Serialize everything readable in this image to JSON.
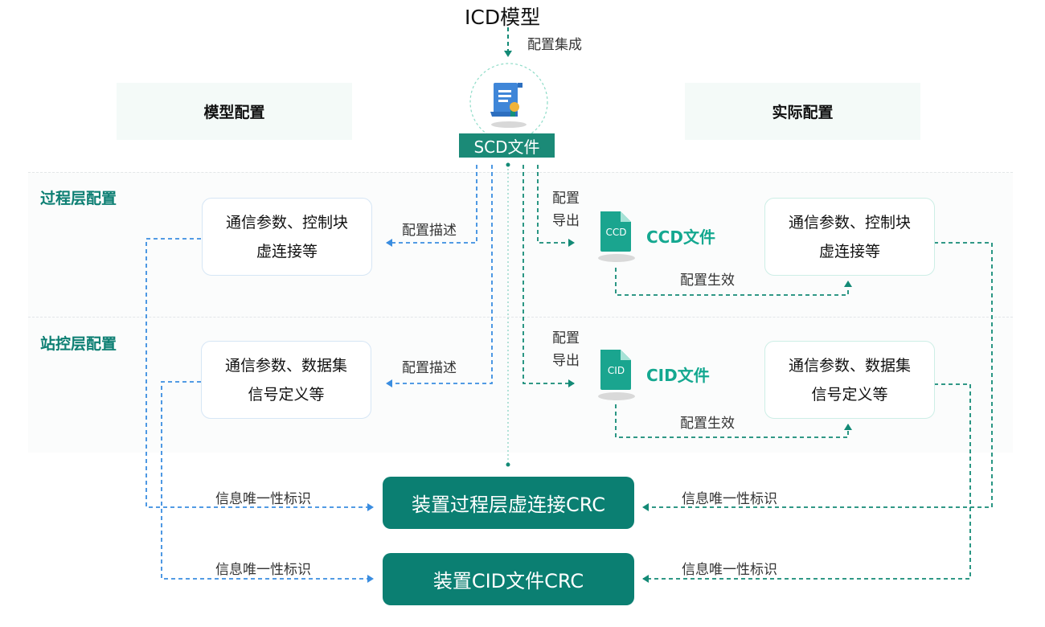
{
  "top": {
    "source_title": "ICD模型",
    "integrate_label": "配置集成",
    "scd_file_label": "SCD文件"
  },
  "columns": {
    "left_header": "模型配置",
    "right_header": "实际配置"
  },
  "layers": [
    {
      "label": "过程层配置",
      "model_card": [
        "通信参数、控制块",
        "虚连接等"
      ],
      "describe_label": "配置描述",
      "export_label": [
        "配置",
        "导出"
      ],
      "file_icon_text": "CCD",
      "file_label": "CCD文件",
      "apply_label": "配置生效",
      "actual_card": [
        "通信参数、控制块",
        "虚连接等"
      ]
    },
    {
      "label": "站控层配置",
      "model_card": [
        "通信参数、数据集",
        "信号定义等"
      ],
      "describe_label": "配置描述",
      "export_label": [
        "配置",
        "导出"
      ],
      "file_icon_text": "CID",
      "file_label": "CID文件",
      "apply_label": "配置生效",
      "actual_card": [
        "通信参数、数据集",
        "信号定义等"
      ]
    }
  ],
  "crc": [
    {
      "label": "装置过程层虚连接CRC",
      "left_label": "信息唯一性标识",
      "right_label": "信息唯一性标识"
    },
    {
      "label": "装置CID文件CRC",
      "left_label": "信息唯一性标识",
      "right_label": "信息唯一性标识"
    }
  ],
  "colors": {
    "accent": "#0b7f72",
    "model_line": "#3a8de0",
    "actual_line": "#138a76",
    "file_icon": "#1aa58f"
  }
}
